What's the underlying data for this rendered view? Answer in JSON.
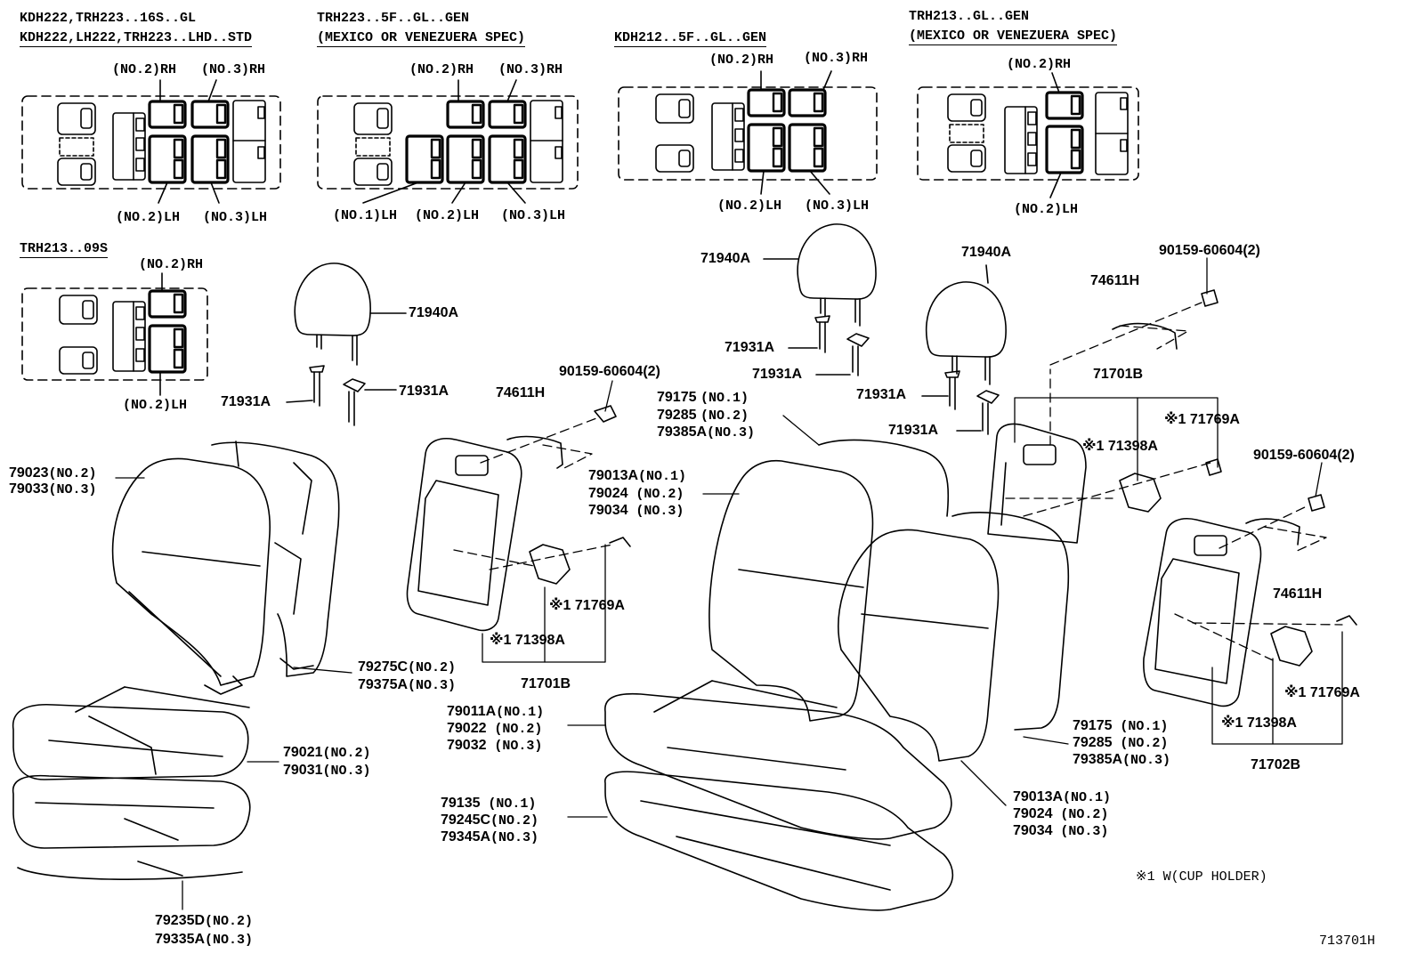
{
  "headers": {
    "h1a": "KDH222,TRH223..16S..GL",
    "h1b": "KDH222,LH222,TRH223..LHD..STD",
    "h2a": "TRH223..5F..GL..GEN",
    "h2b": "(MEXICO OR VENEZUERA SPEC)",
    "h3": "KDH212..5F..GL..GEN",
    "h4a": "TRH213..GL..GEN",
    "h4b": "(MEXICO OR VENEZUERA SPEC)",
    "h5": "TRH213..09S"
  },
  "seat_labels": {
    "a_no2rh": "(NO.2)RH",
    "a_no3rh": "(NO.3)RH",
    "a_no2lh": "(NO.2)LH",
    "a_no3lh": "(NO.3)LH",
    "b_no2rh": "(NO.2)RH",
    "b_no3rh": "(NO.3)RH",
    "b_no1lh": "(NO.1)LH",
    "b_no2lh": "(NO.2)LH",
    "b_no3lh": "(NO.3)LH",
    "c_no2rh": "(NO.2)RH",
    "c_no3rh": "(NO.3)RH",
    "c_no2lh": "(NO.2)LH",
    "c_no3lh": "(NO.3)LH",
    "d_no2rh": "(NO.2)RH",
    "d_no2lh": "(NO.2)LH",
    "e_no2rh": "(NO.2)RH",
    "e_no2lh": "(NO.2)LH"
  },
  "parts": {
    "p71940a_1": "71940A",
    "p71940a_2": "71940A",
    "p71940a_3": "71940A",
    "p71931a_1": "71931A",
    "p71931a_2": "71931A",
    "p71931a_3": "71931A",
    "p71931a_4": "71931A",
    "p71931a_5": "71931A",
    "p71931a_6": "71931A",
    "p74611h_1": "74611H",
    "p74611h_2": "74611H",
    "p74611h_3": "74611H",
    "p90159_1": "90159-60604(2)",
    "p90159_2": "90159-60604(2)",
    "p90159_3": "90159-60604(2)",
    "p71701b_1": "71701B",
    "p71701b_2": "71701B",
    "p71702b": "71702B",
    "p71769a_1": "※1 71769A",
    "p71769a_2": "※1 71769A",
    "p71769a_3": "※1 71769A",
    "p71398a_1": "※1 71398A",
    "p71398a_2": "※1 71398A",
    "p71398a_3": "※1 71398A",
    "p79023": "79023",
    "p79023s": "(NO.2)",
    "p79033": "79033",
    "p79033s": "(NO.3)",
    "p79275c": "79275C",
    "p79275cs": "(NO.2)",
    "p79375a": "79375A",
    "p79375as": "(NO.3)",
    "p79021": "79021",
    "p79021s": "(NO.2)",
    "p79031": "79031",
    "p79031s": "(NO.3)",
    "p79235d": "79235D",
    "p79235ds": "(NO.2)",
    "p79335a": "79335A",
    "p79335as": "(NO.3)",
    "p79175_1": "79175",
    "p79175_1s": "(NO.1)",
    "p79285_1": "79285",
    "p79285_1s": "(NO.2)",
    "p79385a_1": "79385A",
    "p79385a_1s": "(NO.3)",
    "p79013a_1": "79013A",
    "p79013a_1s": "(NO.1)",
    "p79024_1": "79024",
    "p79024_1s": "(NO.2)",
    "p79034_1": "79034",
    "p79034_1s": "(NO.3)",
    "p79011a": "79011A",
    "p79011as": "(NO.1)",
    "p79022": "79022",
    "p79022s": "(NO.2)",
    "p79032": "79032",
    "p79032s": "(NO.3)",
    "p79135": "79135",
    "p79135s": "(NO.1)",
    "p79245c": "79245C",
    "p79245cs": "(NO.2)",
    "p79345a": "79345A",
    "p79345as": "(NO.3)",
    "p79175_2": "79175",
    "p79175_2s": "(NO.1)",
    "p79285_2": "79285",
    "p79285_2s": "(NO.2)",
    "p79385a_2": "79385A",
    "p79385a_2s": "(NO.3)",
    "p79013a_2": "79013A",
    "p79013a_2s": "(NO.1)",
    "p79024_2": "79024",
    "p79024_2s": "(NO.2)",
    "p79034_2": "79034",
    "p79034_2s": "(NO.3)"
  },
  "footnote": "※1 W(CUP HOLDER)",
  "diagram_id": "713701H"
}
